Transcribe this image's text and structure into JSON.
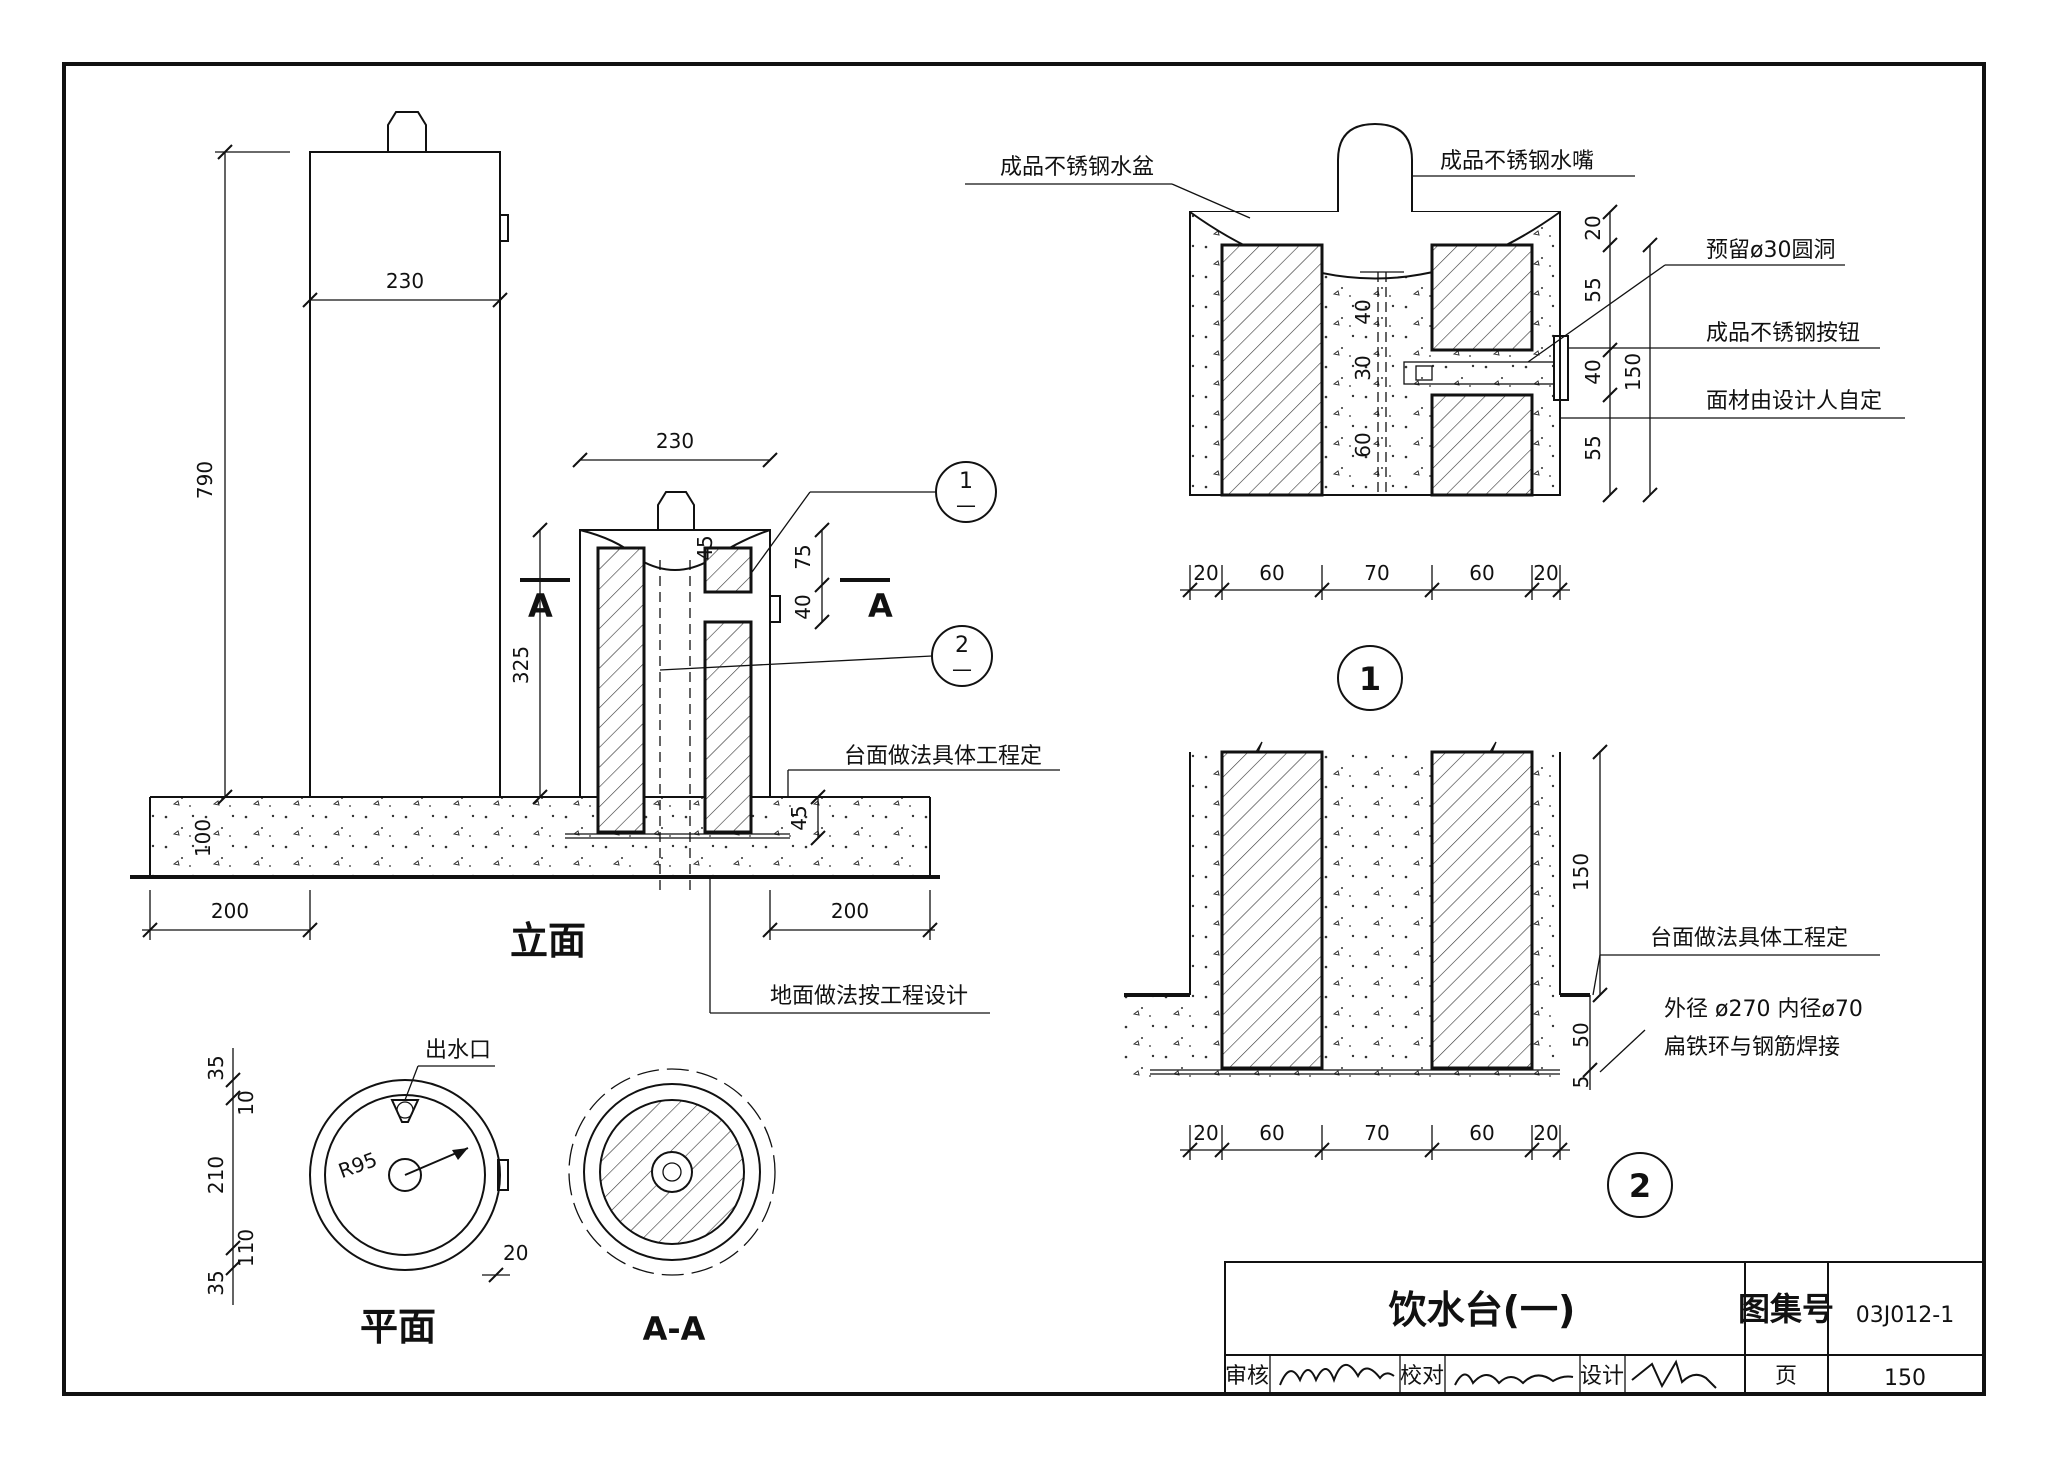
{
  "elevation": {
    "dims": {
      "height_790": "790",
      "width_230_left": "230",
      "width_230_right": "230",
      "height_325": "325",
      "h45_top": "45",
      "h75": "75",
      "h40": "40",
      "h45_base": "45",
      "base_100": "100",
      "base_200_left": "200",
      "base_200_right": "200"
    },
    "section_mark": "A",
    "detail_callout_1": {
      "num": "1",
      "sub": "—"
    },
    "detail_callout_2": {
      "num": "2",
      "sub": "—"
    },
    "label_counter": "台面做法具体工程定",
    "label_floor": "地面做法按工程设计",
    "caption": "立面"
  },
  "plan": {
    "label_outlet": "出水口",
    "radius": "R95",
    "dims": {
      "d35_top": "35",
      "d10": "10",
      "d210": "210",
      "d110": "110",
      "d35_bot": "35",
      "d20": "20"
    },
    "caption": "平面"
  },
  "section_aa": {
    "caption": "A-A"
  },
  "detail1": {
    "label_basin": "成品不锈钢水盆",
    "label_faucet": "成品不锈钢水嘴",
    "label_hole": "预留ø30圆洞",
    "label_button": "成品不锈钢按钮",
    "label_finish": "面材由设计人自定",
    "vert_dims": {
      "d20": "20",
      "d55a": "55",
      "d40": "40",
      "d150": "150",
      "d55b": "55"
    },
    "inner_dims": {
      "i40": "40",
      "i30": "30",
      "i60": "60"
    },
    "horiz_dims": [
      "20",
      "60",
      "70",
      "60",
      "20"
    ],
    "number": "1"
  },
  "detail2": {
    "label_counter": "台面做法具体工程定",
    "label_ring_1": "外径 ø270 内径ø70",
    "label_ring_2": "扁铁环与钢筋焊接",
    "vert_dims": {
      "d150": "150",
      "d50": "50",
      "d5": "5"
    },
    "horiz_dims": [
      "20",
      "60",
      "70",
      "60",
      "20"
    ],
    "number": "2"
  },
  "title_block": {
    "title": "饮水台(一)",
    "atlas_label": "图集号",
    "atlas_no": "03J012-1",
    "review": "审核",
    "check": "校对",
    "design": "设计",
    "page_label": "页",
    "page_no": "150"
  }
}
